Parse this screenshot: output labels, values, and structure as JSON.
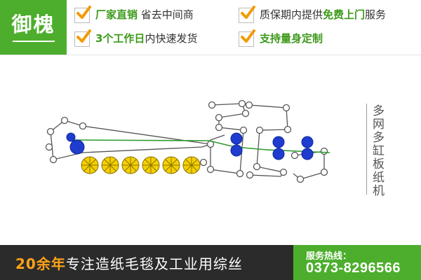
{
  "brand": {
    "logo_text": "御槐"
  },
  "features": [
    {
      "highlight": "厂家直销",
      "rest": "省去中间商"
    },
    {
      "before": "质保期内提供",
      "highlight": "免费上门",
      "after": "服务"
    },
    {
      "highlight": "3个工作日",
      "rest": "内快速发货"
    },
    {
      "highlight": "支持量身定制"
    }
  ],
  "side_label": "多网多缸板纸机",
  "footer": {
    "years": "20余年",
    "slogan": "专注造纸毛毯及工业用综丝"
  },
  "hotline": {
    "label": "服务热线：",
    "number": "0373-8296566"
  },
  "colors": {
    "brand_green": "#4cae2c",
    "accent_orange": "#ffa319",
    "roller_blue": "#1f3ccf",
    "roller_yellow": "#f5d000",
    "felt_green": "#2e9a2e"
  },
  "icons": {
    "feature_bullet": "check-icon"
  }
}
